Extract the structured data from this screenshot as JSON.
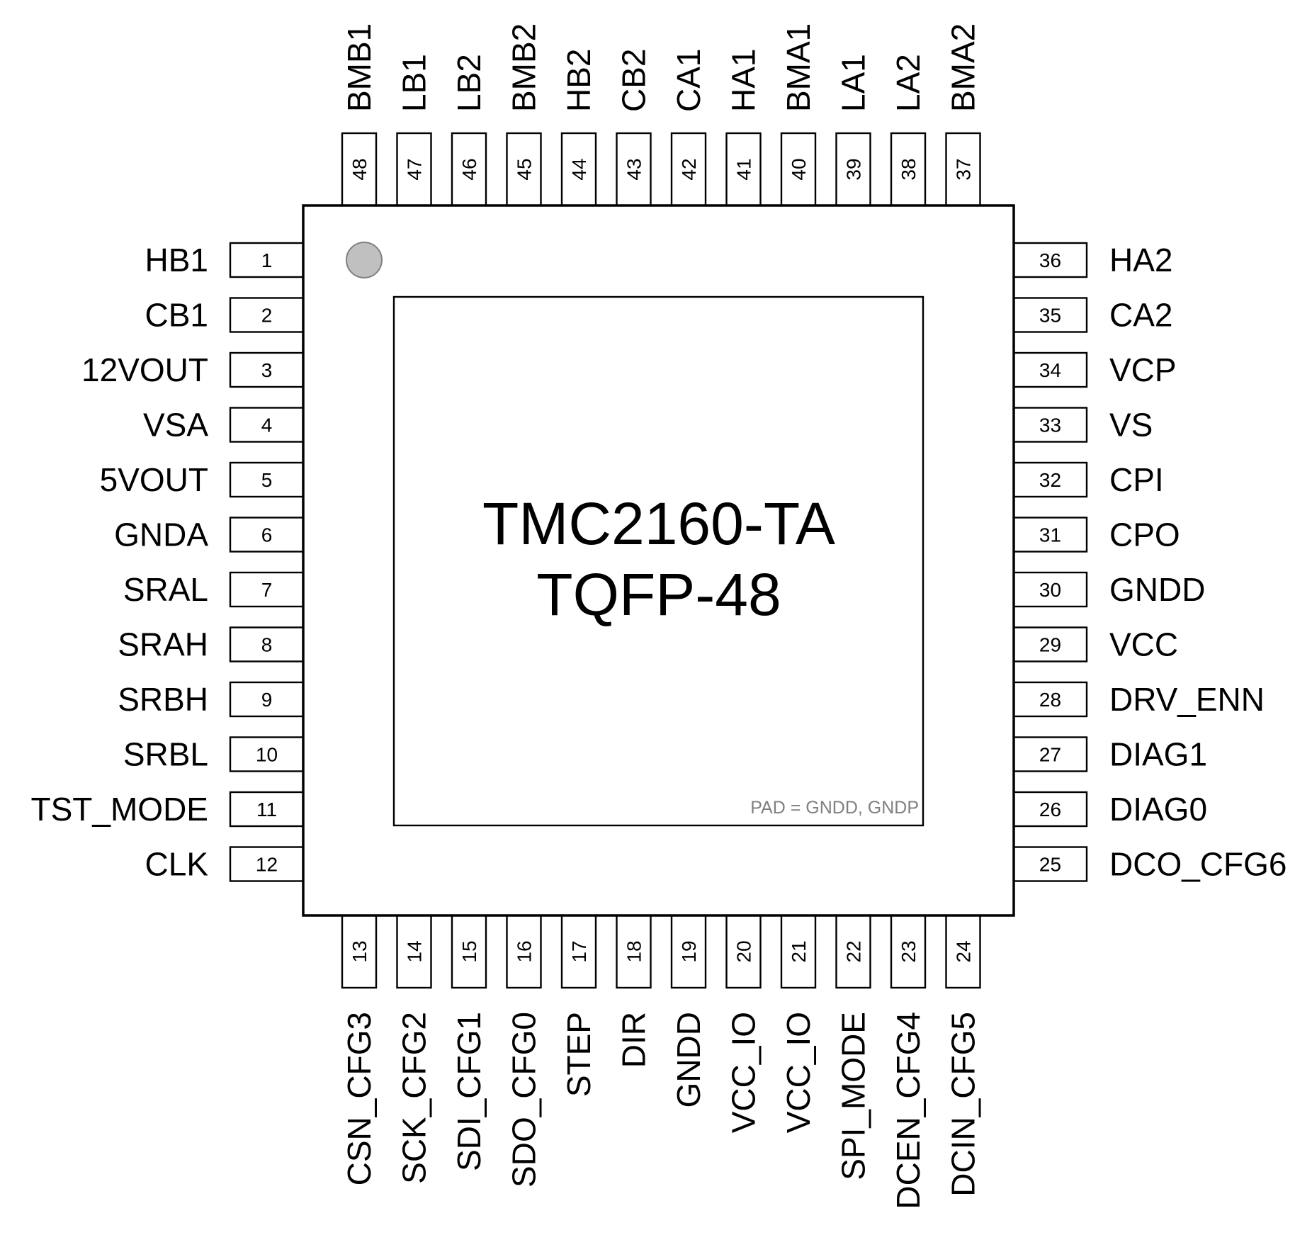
{
  "chip": {
    "name": "TMC2160-TA",
    "package": "TQFP-48",
    "pad_note": "PAD = GNDD, GNDP"
  },
  "colors": {
    "outline": "#000000",
    "background": "#ffffff",
    "pin1_marker": "#c0c0c0",
    "pad_note": "#808080"
  },
  "pins": {
    "left": [
      {
        "num": "1",
        "name": "HB1"
      },
      {
        "num": "2",
        "name": "CB1"
      },
      {
        "num": "3",
        "name": "12VOUT"
      },
      {
        "num": "4",
        "name": "VSA"
      },
      {
        "num": "5",
        "name": "5VOUT"
      },
      {
        "num": "6",
        "name": "GNDA"
      },
      {
        "num": "7",
        "name": "SRAL"
      },
      {
        "num": "8",
        "name": "SRAH"
      },
      {
        "num": "9",
        "name": "SRBH"
      },
      {
        "num": "10",
        "name": "SRBL"
      },
      {
        "num": "11",
        "name": "TST_MODE"
      },
      {
        "num": "12",
        "name": "CLK"
      }
    ],
    "bottom": [
      {
        "num": "13",
        "name": "CSN_CFG3"
      },
      {
        "num": "14",
        "name": "SCK_CFG2"
      },
      {
        "num": "15",
        "name": "SDI_CFG1"
      },
      {
        "num": "16",
        "name": "SDO_CFG0"
      },
      {
        "num": "17",
        "name": "STEP"
      },
      {
        "num": "18",
        "name": "DIR"
      },
      {
        "num": "19",
        "name": "GNDD"
      },
      {
        "num": "20",
        "name": "VCC_IO"
      },
      {
        "num": "21",
        "name": "VCC_IO"
      },
      {
        "num": "22",
        "name": "SPI_MODE"
      },
      {
        "num": "23",
        "name": "DCEN_CFG4"
      },
      {
        "num": "24",
        "name": "DCIN_CFG5"
      }
    ],
    "right": [
      {
        "num": "36",
        "name": "HA2"
      },
      {
        "num": "35",
        "name": "CA2"
      },
      {
        "num": "34",
        "name": "VCP"
      },
      {
        "num": "33",
        "name": "VS"
      },
      {
        "num": "32",
        "name": "CPI"
      },
      {
        "num": "31",
        "name": "CPO"
      },
      {
        "num": "30",
        "name": "GNDD"
      },
      {
        "num": "29",
        "name": "VCC"
      },
      {
        "num": "28",
        "name": "DRV_ENN"
      },
      {
        "num": "27",
        "name": "DIAG1"
      },
      {
        "num": "26",
        "name": "DIAG0"
      },
      {
        "num": "25",
        "name": "DCO_CFG6"
      }
    ],
    "top": [
      {
        "num": "48",
        "name": "BMB1"
      },
      {
        "num": "47",
        "name": "LB1"
      },
      {
        "num": "46",
        "name": "LB2"
      },
      {
        "num": "45",
        "name": "BMB2"
      },
      {
        "num": "44",
        "name": "HB2"
      },
      {
        "num": "43",
        "name": "CB2"
      },
      {
        "num": "42",
        "name": "CA1"
      },
      {
        "num": "41",
        "name": "HA1"
      },
      {
        "num": "40",
        "name": "BMA1"
      },
      {
        "num": "39",
        "name": "LA1"
      },
      {
        "num": "38",
        "name": "LA2"
      },
      {
        "num": "37",
        "name": "BMA2"
      }
    ]
  }
}
